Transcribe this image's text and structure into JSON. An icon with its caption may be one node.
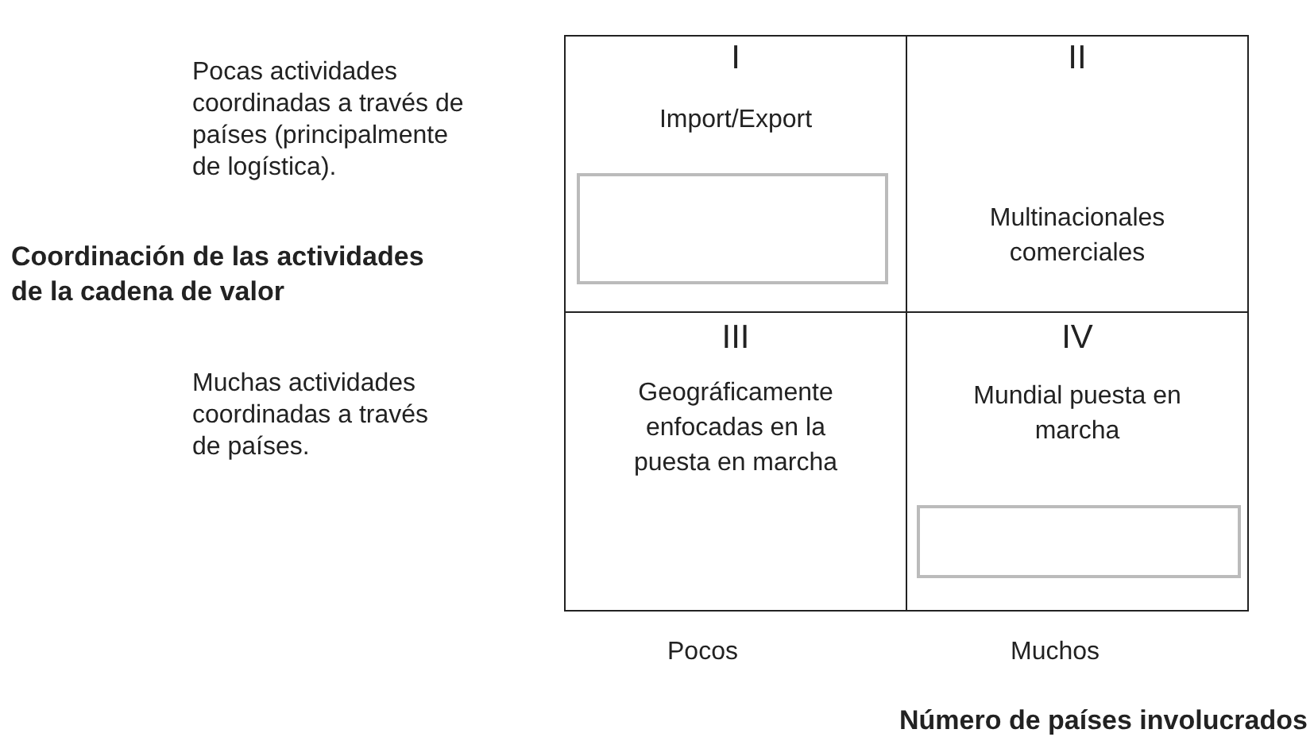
{
  "diagram": {
    "nodes": [
      {
        "text": [
          "I",
          "Import/Export"
        ]
      },
      {
        "text": [],
        "shape": "box",
        "in": 0
      },
      {
        "text": [
          "II",
          "Multinacionales comerciales"
        ]
      },
      {
        "text": [
          "III",
          "Geográficamente enfocadas en la puesta en marcha"
        ]
      },
      {
        "text": [
          "IV",
          "Mundial puesta en marcha"
        ]
      },
      {
        "text": [],
        "shape": "box",
        "in": 4
      }
    ],
    "edges": [],
    "labels": [
      "Pocas actividades coordinadas a través de países (principalmente de logística).",
      "Coordinación de las actividades de la cadena de valor",
      "Muchas actividades coordinadas a través de países.",
      "Pocos",
      "Muchos",
      "Número de países involucrados"
    ]
  }
}
